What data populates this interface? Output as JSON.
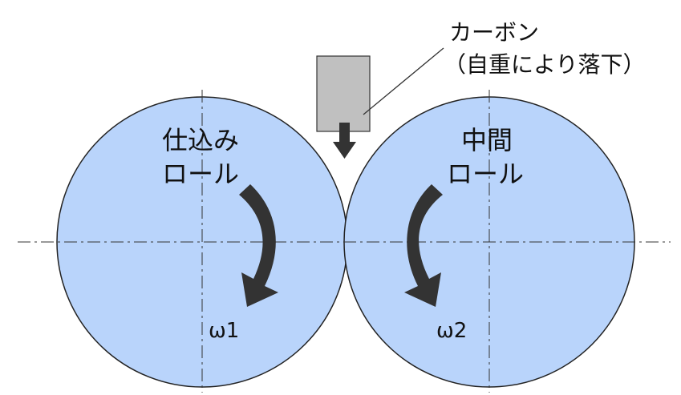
{
  "carbon_label": {
    "line1": "カーボン",
    "line2": "（自重により落下）"
  },
  "left_roll": {
    "name_line1": "仕込み",
    "name_line2": "ロール",
    "omega": "ω1"
  },
  "right_roll": {
    "name_line1": "中間",
    "name_line2": "ロール",
    "omega": "ω2"
  },
  "colors": {
    "roll_fill": "#b9d4fb",
    "roll_stroke": "#222222",
    "arrow": "#333333",
    "block_fill": "#c0c0c0",
    "centerline": "#333333"
  }
}
